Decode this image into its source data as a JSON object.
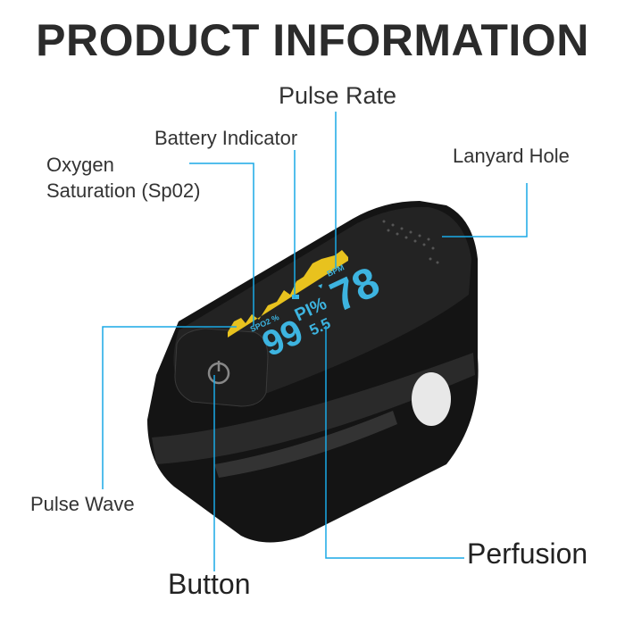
{
  "title": "PRODUCT INFORMATION",
  "labels": {
    "pulse_rate": "Pulse Rate",
    "battery": "Battery Indicator",
    "oxygen_line1": "Oxygen",
    "oxygen_line2": "Saturation (Sp02)",
    "lanyard": "Lanyard Hole",
    "pulse_wave": "Pulse Wave",
    "perfusion": "Perfusion",
    "button": "Button"
  },
  "display": {
    "spo2_label": "SPO2 %",
    "spo2_value": "99",
    "pi_label": "PI%",
    "pi_value": "5.5",
    "bpm_label": "BPM",
    "bpm_value": "78"
  },
  "colors": {
    "callout": "#1aa9e6",
    "screen_text": "#3db4e0",
    "wave": "#e8c21e",
    "device": "#1a1a1a"
  }
}
